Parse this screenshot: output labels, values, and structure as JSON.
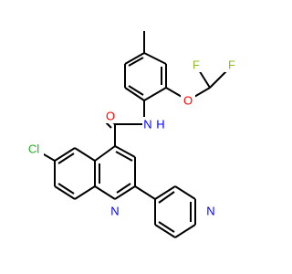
{
  "colors": {
    "background": "#ffffff",
    "bond": "#000000",
    "N": "#0000ff",
    "O": "#ff0000",
    "F": "#8fbc1e",
    "Cl": "#20b020"
  },
  "atoms": {
    "f1": {
      "text": "F",
      "element": "F"
    },
    "f2": {
      "text": "F",
      "element": "F"
    },
    "o_ether": {
      "text": "O",
      "element": "O"
    },
    "o_carbonyl": {
      "text": "O",
      "element": "O"
    },
    "n_amide": {
      "text": "N",
      "element": "N"
    },
    "h_amide": {
      "text": "H",
      "element": "N"
    },
    "cl": {
      "text": "Cl",
      "element": "Cl"
    },
    "n_quinoline": {
      "text": "N",
      "element": "N"
    },
    "n_pyridine": {
      "text": "N",
      "element": "N"
    }
  }
}
